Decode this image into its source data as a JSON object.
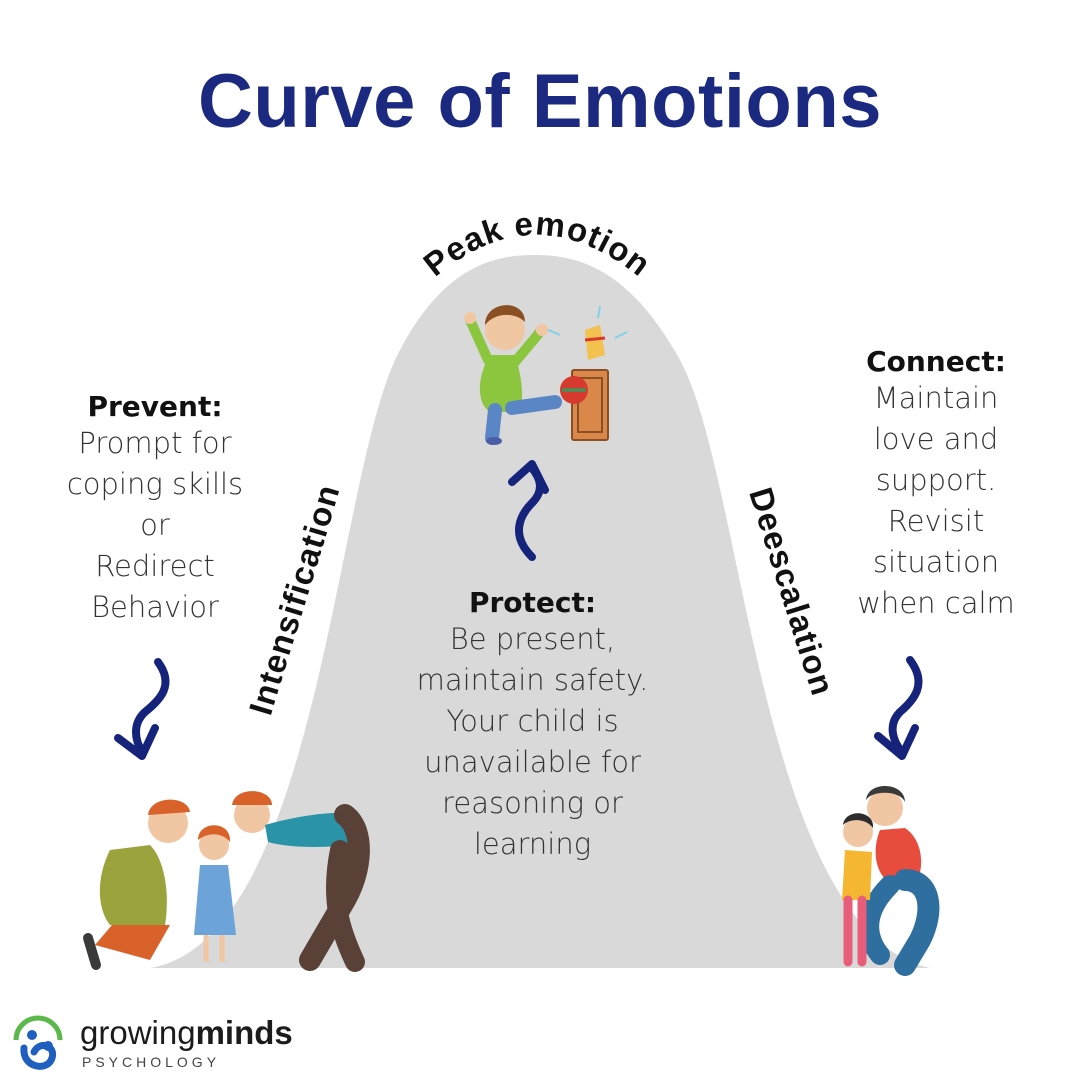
{
  "title": "Curve of Emotions",
  "labels": {
    "peak": "Peak emotion",
    "rising": "Intensification",
    "falling": "Deescalation"
  },
  "prevent": {
    "heading": "Prevent:",
    "lines": [
      "Prompt for",
      "coping skills",
      "or",
      "Redirect",
      "Behavior"
    ]
  },
  "protect": {
    "heading": "Protect:",
    "lines": [
      "Be present,",
      "maintain safety.",
      "Your child is",
      "unavailable for",
      "reasoning or",
      "learning"
    ]
  },
  "connect": {
    "heading": "Connect:",
    "lines": [
      "Maintain",
      "love and",
      "support.",
      "Revisit",
      "situation",
      "when calm"
    ]
  },
  "logo": {
    "word_regular": "growing",
    "word_bold": "minds",
    "subtitle": "PSYCHOLOGY"
  },
  "colors": {
    "title": "#1b2a80",
    "arrow": "#15237a",
    "curve_fill": "#d9d9d9",
    "logo_blue": "#1f5fbf",
    "logo_green": "#5bb84a"
  },
  "illustrations": {
    "peak": "child-tantrum-kicking-cabinet",
    "left": "parents-kneeling-with-upset-girl",
    "right": "mother-hugging-daughter"
  }
}
